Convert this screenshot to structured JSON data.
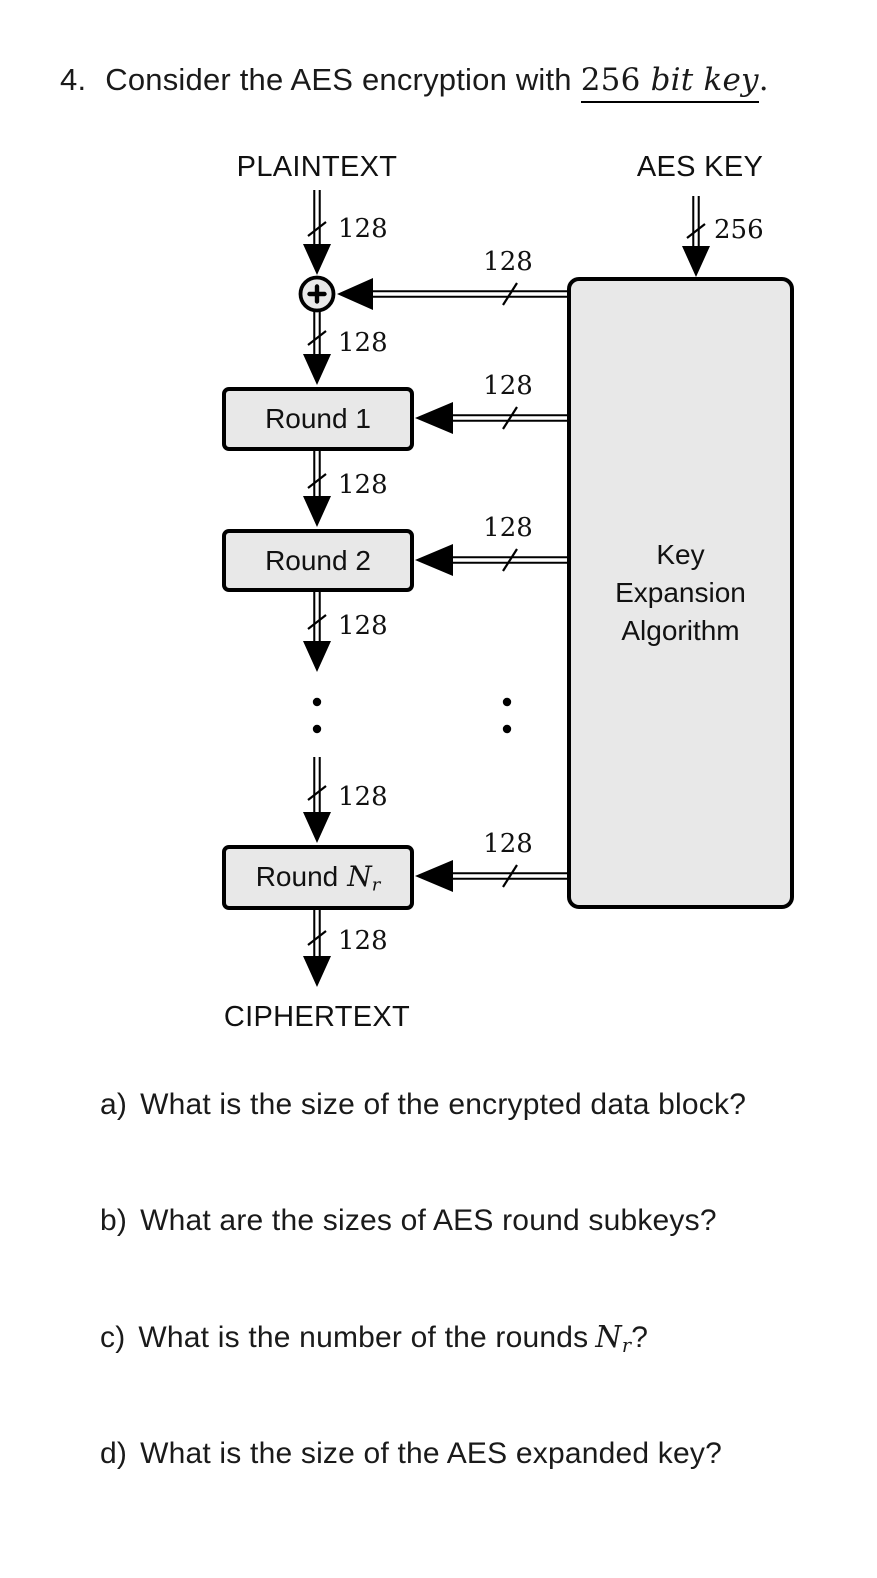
{
  "title": {
    "number": "4.",
    "text": "Consider the AES encryption with",
    "underlined_value": "256",
    "underlined_words": "bit key",
    "period": "."
  },
  "diagram": {
    "plaintext_label": "PLAINTEXT",
    "aes_key_label": "AES KEY",
    "ciphertext_label": "CIPHERTEXT",
    "round1_label": "Round 1",
    "round2_label": "Round 2",
    "roundnr_prefix": "Round",
    "roundnr_math": "N",
    "roundnr_sub": "r",
    "key_expansion": {
      "line1": "Key",
      "line2": "Expansion",
      "line3": "Algorithm"
    },
    "bus_labels": {
      "plaintext_in": "128",
      "aes_key_in": "256",
      "whitening_key": "128",
      "round1_key": "128",
      "round2_key": "128",
      "roundnr_key": "128",
      "xor_out": "128",
      "round1_out": "128",
      "round2_out": "128",
      "roundnr_in": "128",
      "ciphertext_out": "128"
    }
  },
  "questions": [
    {
      "label": "a)",
      "text": "What is the size of the encrypted data block?"
    },
    {
      "label": "b)",
      "text": "What are the sizes of AES round subkeys?"
    },
    {
      "label": "c)",
      "text_prefix": "What is the number of the rounds",
      "math": "N",
      "math_sub": "r",
      "text_suffix": "?"
    },
    {
      "label": "d)",
      "text": "What is the size of the AES expanded key?"
    }
  ],
  "colors": {
    "background": "#ffffff",
    "box_fill": "#e8e8e8",
    "line_color": "#000000",
    "text_color": "#1a1a1a"
  }
}
